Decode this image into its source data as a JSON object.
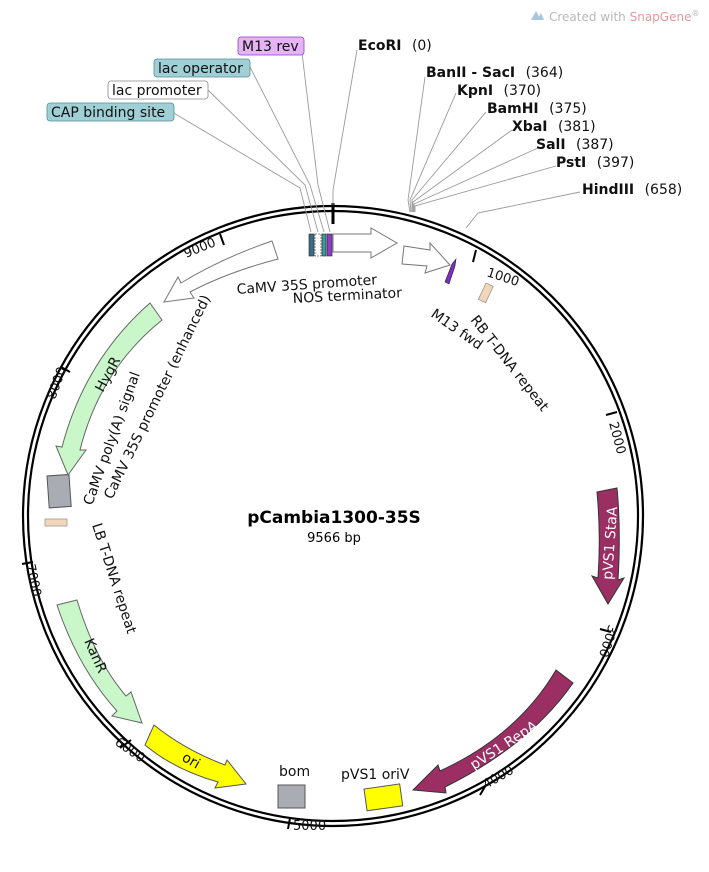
{
  "watermark": {
    "prefix": "Created with",
    "brand": "SnapGene",
    "reg": "®"
  },
  "plasmid": {
    "name": "pCambia1300-35S",
    "size_label": "9566 bp",
    "length": 9566
  },
  "ticks": [
    "1000",
    "2000",
    "3000",
    "4000",
    "5000",
    "6000",
    "7000",
    "8000",
    "9000"
  ],
  "features": [
    {
      "id": "camv-35s-top",
      "label": "CaMV 35S promoter",
      "color": "#ffffff"
    },
    {
      "id": "nos",
      "label": "NOS terminator",
      "color": "#ffffff"
    },
    {
      "id": "m13fwd",
      "label": "M13 fwd",
      "color": "#7b2fbe"
    },
    {
      "id": "rb",
      "label": "RB T-DNA repeat",
      "color": "#f3d6b8"
    },
    {
      "id": "stA",
      "label": "pVS1 StaA",
      "color": "#9b2f63"
    },
    {
      "id": "repA",
      "label": "pVS1 RepA",
      "color": "#9b2f63"
    },
    {
      "id": "oriV",
      "label": "pVS1 oriV",
      "color": "#ffff00"
    },
    {
      "id": "bom",
      "label": "bom",
      "color": "#a9adb3"
    },
    {
      "id": "ori",
      "label": "ori",
      "color": "#ffff00"
    },
    {
      "id": "kanr",
      "label": "KanR",
      "color": "#c9f7c9"
    },
    {
      "id": "lb",
      "label": "LB T-DNA repeat",
      "color": "#f3d6b8"
    },
    {
      "id": "camv-enh",
      "label": "CaMV 35S promoter (enhanced)",
      "color": "#a9adb3"
    },
    {
      "id": "polya",
      "label": "CaMV poly(A) signal",
      "color": "#a9adb3"
    },
    {
      "id": "hygr",
      "label": "HygR",
      "color": "#c9f7c9"
    },
    {
      "id": "camv-arrow",
      "label": "CaMV 35S promoter",
      "color": "#ffffff"
    }
  ],
  "callouts": [
    {
      "label": "M13 rev",
      "fill": "#e6b3f5"
    },
    {
      "label": "lac operator",
      "fill": "#9fd0d6"
    },
    {
      "label": "lac promoter",
      "fill": "#ffffff"
    },
    {
      "label": "CAP binding site",
      "fill": "#9fd0d6"
    }
  ],
  "sites": [
    {
      "name": "EcoRI",
      "pos": "(0)"
    },
    {
      "name": "BanII - SacI",
      "pos": "(364)"
    },
    {
      "name": "KpnI",
      "pos": "(370)"
    },
    {
      "name": "BamHI",
      "pos": "(375)"
    },
    {
      "name": "XbaI",
      "pos": "(381)"
    },
    {
      "name": "SalI",
      "pos": "(387)"
    },
    {
      "name": "PstI",
      "pos": "(397)"
    },
    {
      "name": "HindIII",
      "pos": "(658)"
    }
  ]
}
